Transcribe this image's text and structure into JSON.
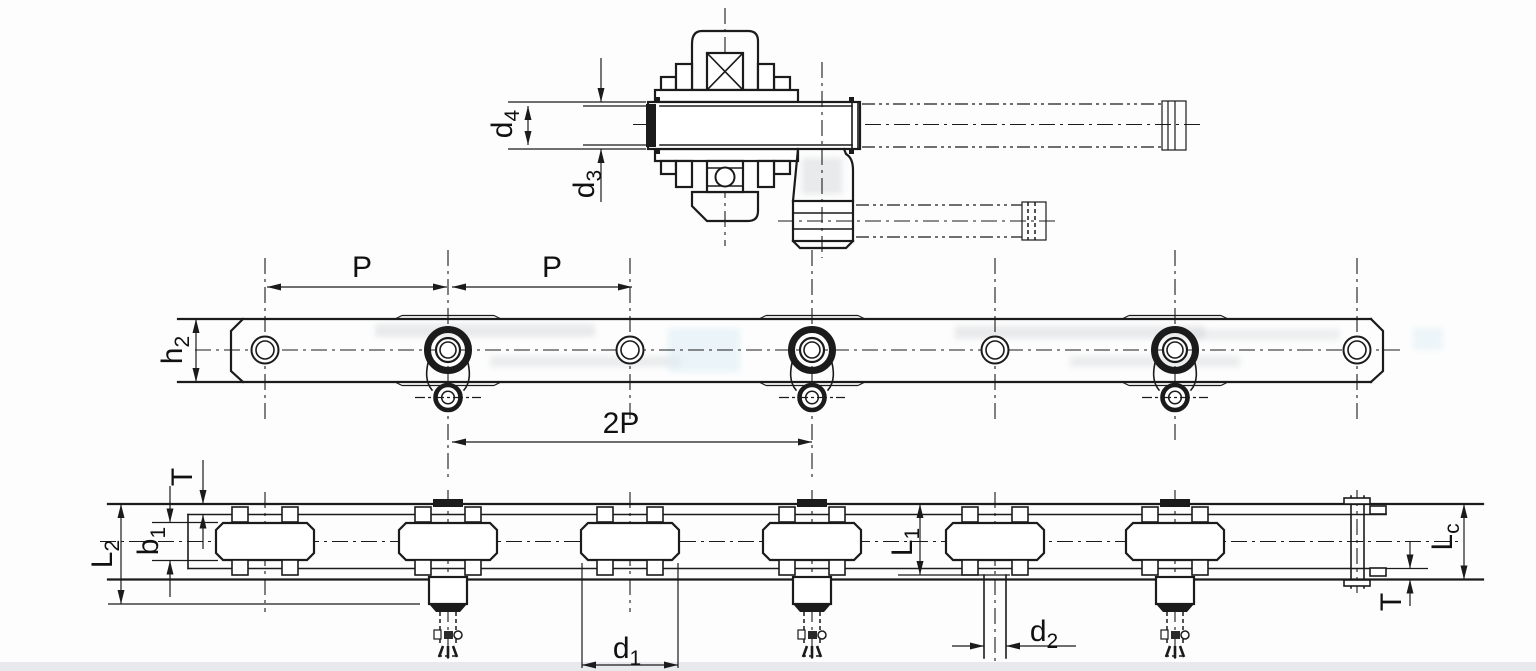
{
  "colors": {
    "background": "#fdfdfd",
    "line": "#1b1b1b",
    "sprocket_fill": "#b9e1f3",
    "footer_strip": "#e8e9ec"
  },
  "dimension_labels": {
    "d4": {
      "base": "d",
      "sub": "4"
    },
    "d3": {
      "base": "d",
      "sub": "3"
    },
    "pitch_left": "P",
    "pitch_right": "P",
    "double_pitch": "2P",
    "h2": {
      "base": "h",
      "sub": "2"
    },
    "t_left": "T",
    "b1": {
      "base": "b",
      "sub": "1"
    },
    "l2": {
      "base": "L",
      "sub": "2"
    },
    "l1": {
      "base": "L",
      "sub": "1"
    },
    "lc": {
      "base": "L",
      "sub": "c"
    },
    "t_right": "T",
    "d1": {
      "base": "d",
      "sub": "1"
    },
    "d2": {
      "base": "d",
      "sub": "2"
    }
  }
}
